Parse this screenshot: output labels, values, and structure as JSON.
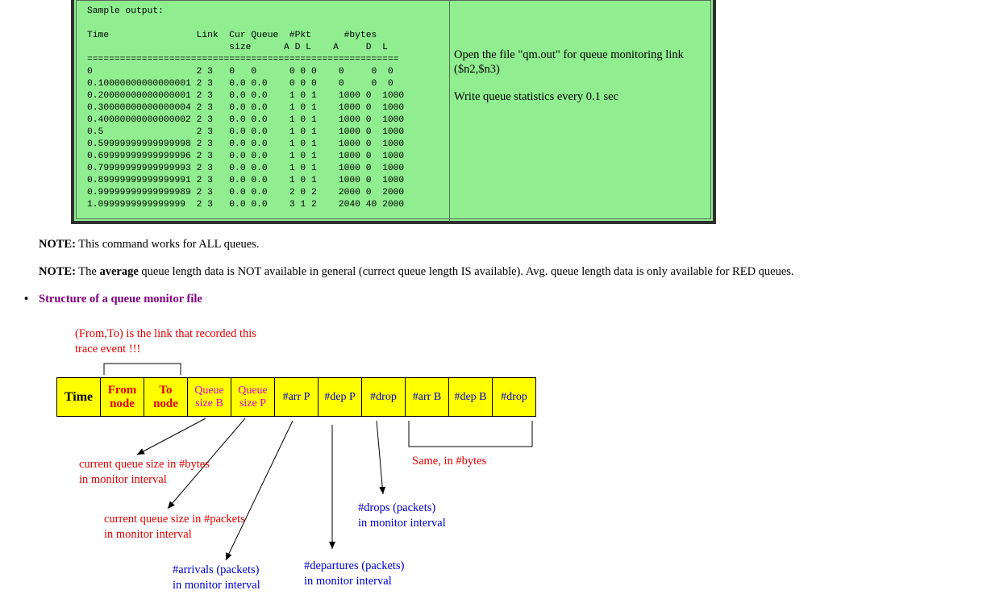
{
  "sample": {
    "code_lines": [
      "Sample output:",
      "",
      "Time                Link  Cur Queue  #Pkt      #bytes",
      "                          size      A D L    A     D  L",
      "=========================================================",
      "0                   2 3   0   0      0 0 0    0     0  0",
      "0.10000000000000001 2 3   0.0 0.0    0 0 0    0     0  0",
      "0.20000000000000001 2 3   0.0 0.0    1 0 1    1000 0  1000",
      "0.30000000000000004 2 3   0.0 0.0    1 0 1    1000 0  1000",
      "0.40000000000000002 2 3   0.0 0.0    1 0 1    1000 0  1000",
      "0.5                 2 3   0.0 0.0    1 0 1    1000 0  1000",
      "0.59999999999999998 2 3   0.0 0.0    1 0 1    1000 0  1000",
      "0.69999999999999996 2 3   0.0 0.0    1 0 1    1000 0  1000",
      "0.79999999999999993 2 3   0.0 0.0    1 0 1    1000 0  1000",
      "0.89999999999999991 2 3   0.0 0.0    1 0 1    1000 0  1000",
      "0.99999999999999989 2 3   0.0 0.0    2 0 2    2000 0  2000",
      "1.0999999999999999  2 3   0.0 0.0    3 1 2    2040 40 2000"
    ],
    "side_note_1": "Open the file \"qm.out\" for queue monitoring link ($n2,$n3)",
    "side_note_2": "Write queue statistics every 0.1 sec"
  },
  "notes": {
    "note1_label": "NOTE:",
    "note1_text": " This command works for ALL queues.",
    "note2_label": "NOTE:",
    "note2_text_a": " The ",
    "note2_bold": "average",
    "note2_text_b": " queue length data is NOT available in general (currect queue length IS available). Avg. queue length data is only available for RED queues."
  },
  "bullet": {
    "link_text": "Structure of a queue monitor file"
  },
  "diagram": {
    "fromto_line1": "(From,To) is the link that recorded this",
    "fromto_line2": "trace event !!!",
    "fields": {
      "time": "Time",
      "from_1": "From",
      "from_2": "node",
      "to_1": "To",
      "to_2": "node",
      "qb_1": "Queue",
      "qb_2": "size B",
      "qp_1": "Queue",
      "qp_2": "size P",
      "arr_p": "#arr P",
      "dep_p": "#dep P",
      "drop_p": "#drop",
      "arr_b": "#arr B",
      "dep_b": "#dep B",
      "drop_b": "#drop"
    },
    "label_qb_1": "current queue size in #bytes",
    "label_qb_2": "in monitor interval",
    "label_qp_1": "current queue size in #packets",
    "label_qp_2": "in monitor interval",
    "label_arr_1": "#arrivals (packets)",
    "label_arr_2": "in monitor interval",
    "label_dep_1": "#departures (packets)",
    "label_dep_2": "in monitor interval",
    "label_drop_1": "#drops (packets)",
    "label_drop_2": "in monitor interval",
    "label_bytes": "Same, in #bytes"
  },
  "colors": {
    "box_green": "#90ee90",
    "field_yellow": "#ffff00",
    "label_red": "#e00000",
    "label_blue": "#0000cc",
    "label_magenta": "#e000e0",
    "link_purple": "#800080"
  }
}
